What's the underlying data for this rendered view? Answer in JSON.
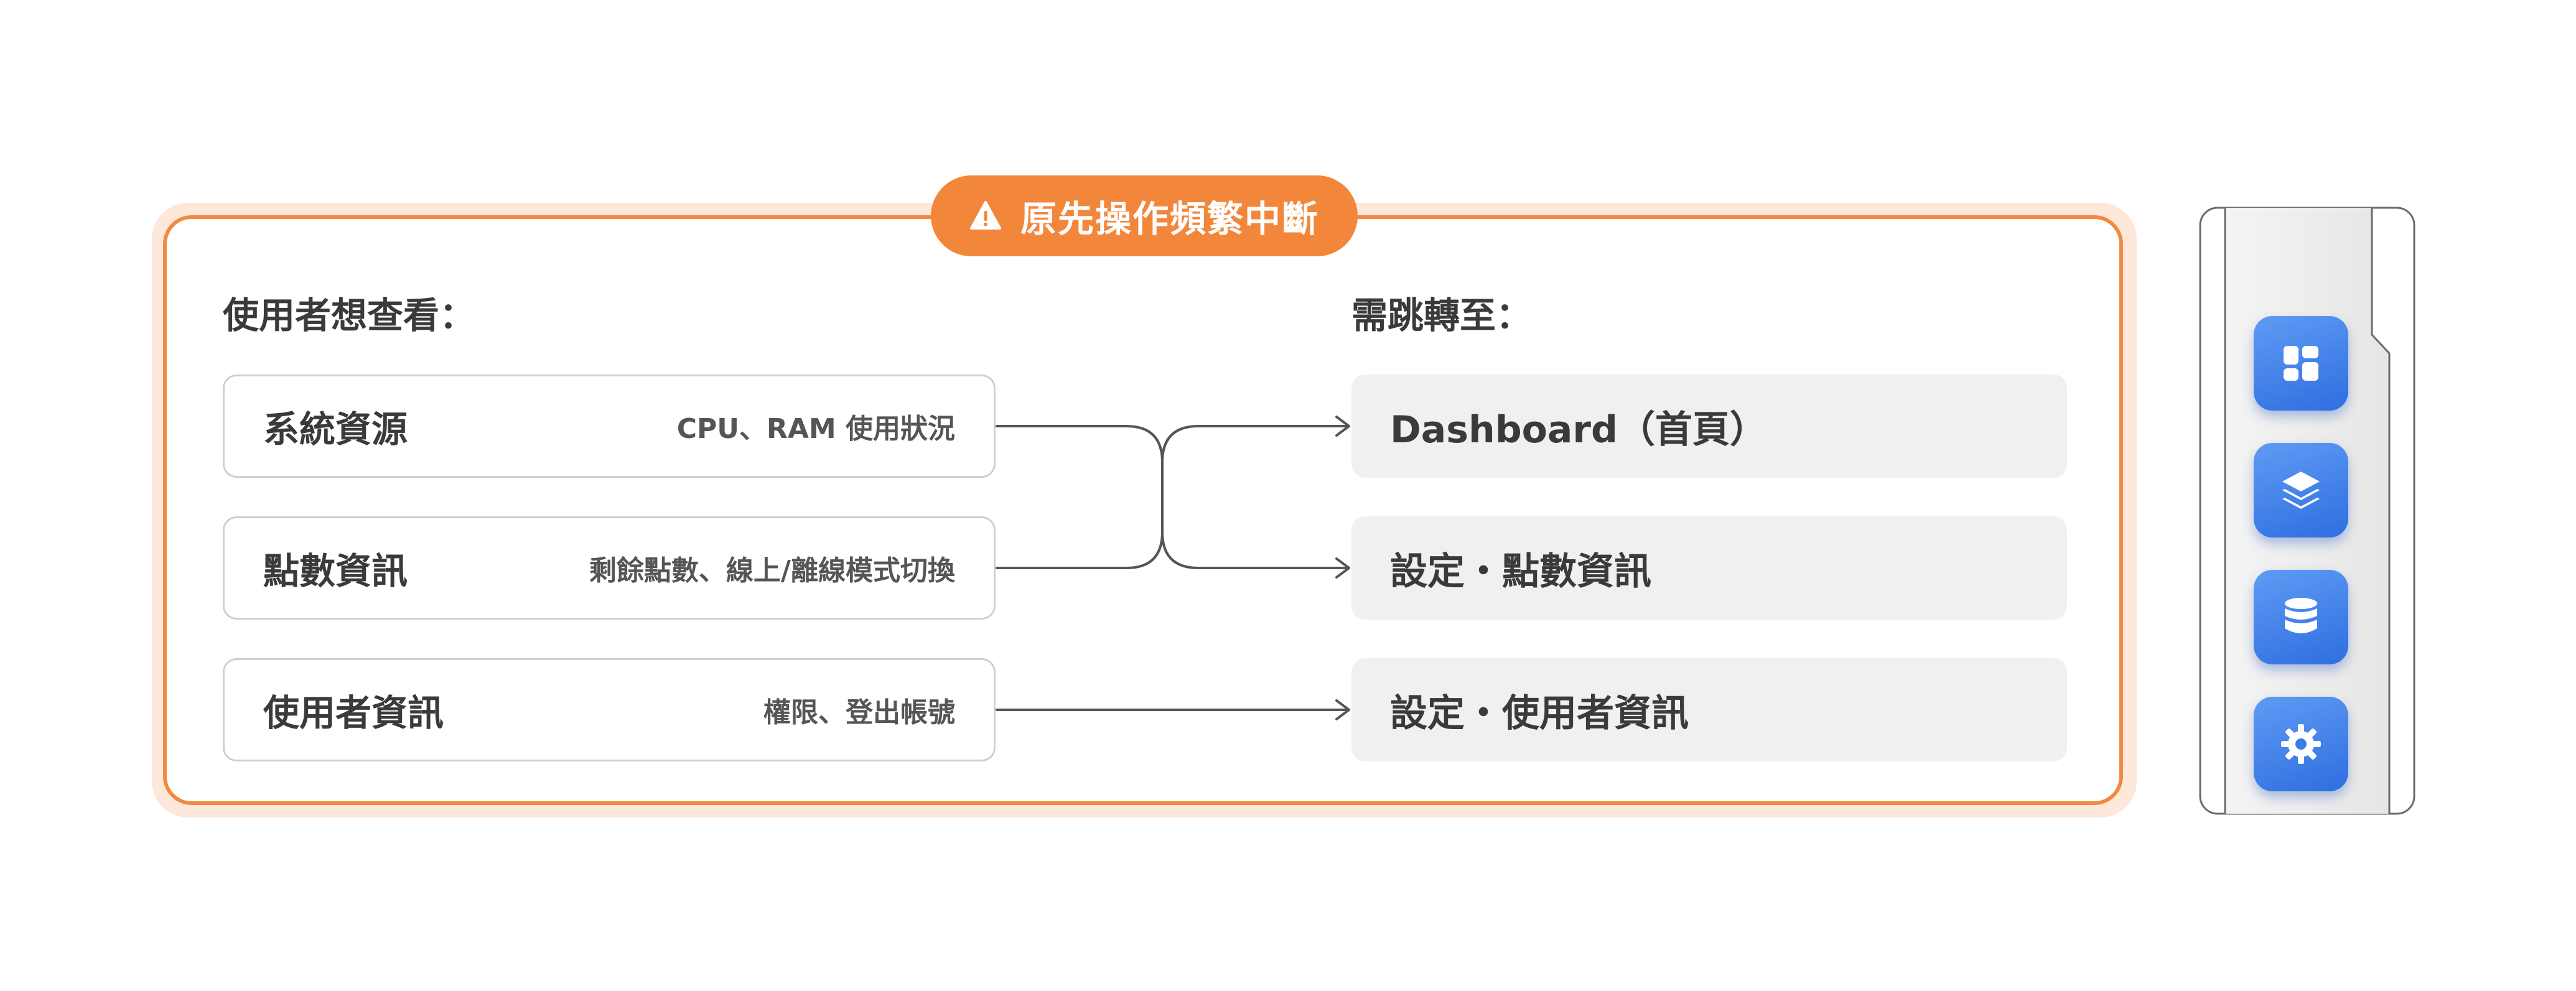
{
  "banner": {
    "icon": "warning-icon",
    "label": "原先操作頻繁中斷",
    "color": "#f2873c"
  },
  "columns": {
    "left_heading": "使用者想查看：",
    "right_heading": "需跳轉至："
  },
  "sources": [
    {
      "title": "系統資源",
      "description": "CPU、RAM 使用狀況"
    },
    {
      "title": "點數資訊",
      "description": "剩餘點數、線上/離線模式切換"
    },
    {
      "title": "使用者資訊",
      "description": "權限、登出帳號"
    }
  ],
  "destinations": [
    {
      "label": "Dashboard（首頁）"
    },
    {
      "label": "設定・點數資訊"
    },
    {
      "label": "設定・使用者資訊"
    }
  ],
  "connections": [
    {
      "from": "系統資源",
      "to": "設定・點數資訊"
    },
    {
      "from": "點數資訊",
      "to": "Dashboard（首頁）"
    },
    {
      "from": "使用者資訊",
      "to": "設定・使用者資訊"
    }
  ],
  "sidebar": {
    "buttons": [
      {
        "icon": "dashboard-icon"
      },
      {
        "icon": "layers-icon"
      },
      {
        "icon": "database-icon"
      },
      {
        "icon": "gear-icon"
      }
    ],
    "accent": "#3a7de6"
  },
  "colors": {
    "frame": "#f2893e",
    "frame_glow": "#fde8da",
    "destination_bg": "#f0f0f0",
    "connector": "#555555"
  }
}
